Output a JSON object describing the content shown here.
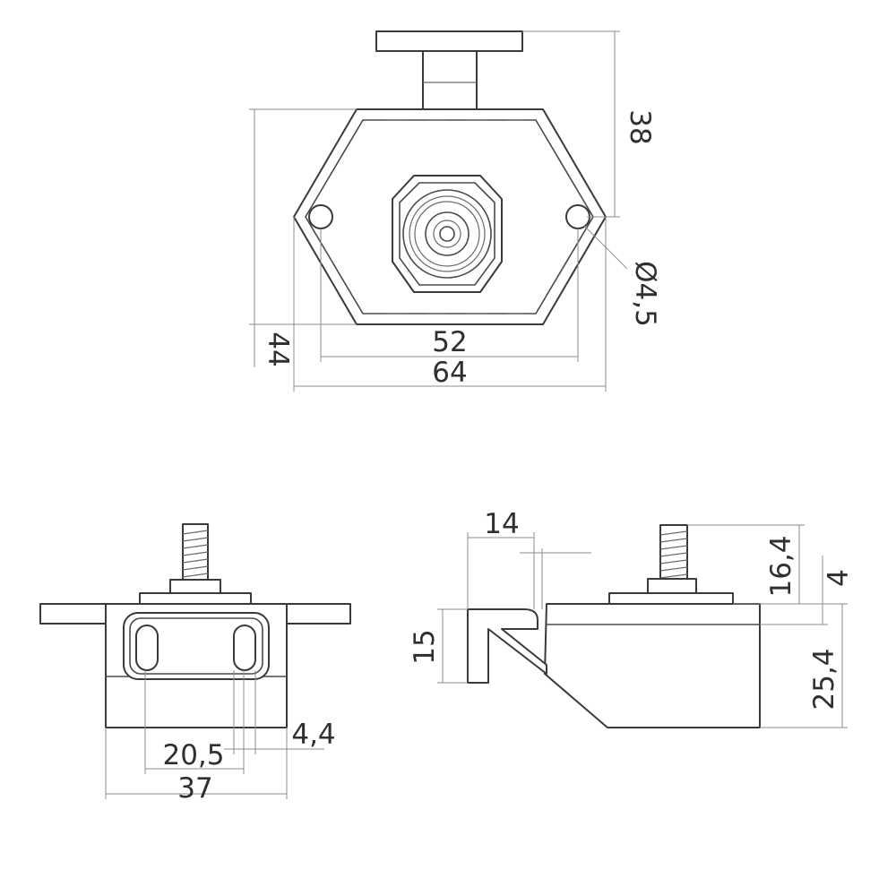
{
  "drawing": {
    "line_color": "#3a3a3a",
    "dimension_color": "#8c8c8c",
    "dimensions": {
      "top_view": {
        "height_total": "38",
        "height_body": "44",
        "hole_spacing": "52",
        "width_total": "64",
        "hole_diameter": "Ø4,5"
      },
      "front_view": {
        "slot_spacing": "20,5",
        "slot_width": "4,4",
        "width": "37"
      },
      "side_view": {
        "button_offset": "14",
        "stud_height": "16,4",
        "flange_thickness": "4",
        "button_height": "15",
        "body_depth": "25,4"
      }
    }
  }
}
